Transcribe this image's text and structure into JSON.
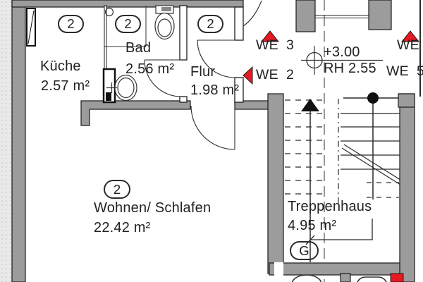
{
  "colors": {
    "wall_fill": "#9c9c9c",
    "wall_outline": "#1c1c1c",
    "linework": "#2a2a2a",
    "red_marker": "#e51a22",
    "paper": "#ffffff",
    "margin": "#e9e9e9",
    "text": "#222222"
  },
  "rooms": [
    {
      "badge": "2",
      "name": "Küche",
      "area": "2.57 m²"
    },
    {
      "badge": "2",
      "name": "Bad",
      "area": "2.56 m²"
    },
    {
      "badge": "2",
      "name": "Flur",
      "area": "1.98 m²"
    },
    {
      "badge": "2",
      "name": "Wohnen/ Schlafen",
      "area": "22.42 m²"
    },
    {
      "badge": "G",
      "name": "Treppenhaus",
      "area": "4.95 m²"
    }
  ],
  "unit_markers": {
    "we3": "WE  3",
    "we2": "WE  2",
    "we5": "WE  5",
    "we_top_right": "WE"
  },
  "level_marker": {
    "elevation": "+3.00",
    "clear_height": "RH 2.55"
  }
}
